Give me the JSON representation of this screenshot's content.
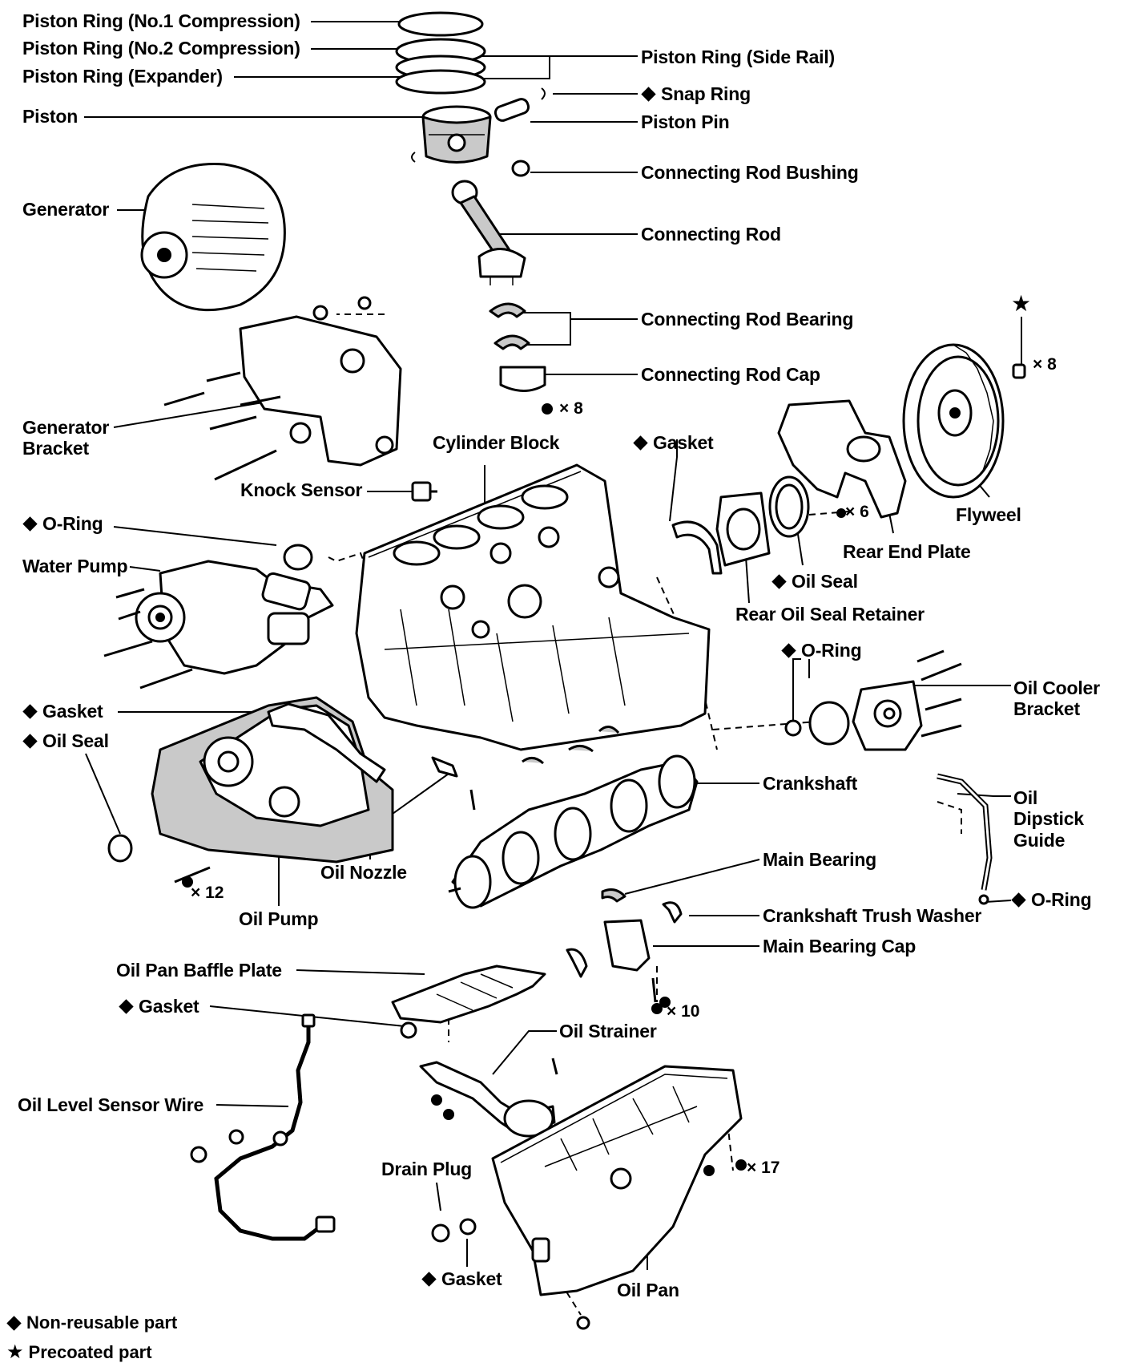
{
  "labels": {
    "piston_ring_no1": "Piston Ring (No.1 Compression)",
    "piston_ring_no2": "Piston Ring (No.2 Compression)",
    "piston_ring_expander": "Piston Ring (Expander)",
    "piston": "Piston",
    "piston_ring_side_rail": "Piston Ring (Side Rail)",
    "snap_ring": "Snap Ring",
    "piston_pin": "Piston Pin",
    "connecting_rod_bushing": "Connecting Rod Bushing",
    "connecting_rod": "Connecting Rod",
    "connecting_rod_bearing": "Connecting Rod Bearing",
    "connecting_rod_cap": "Connecting Rod Cap",
    "generator": "Generator",
    "generator_bracket": "Generator\nBracket",
    "knock_sensor": "Knock Sensor",
    "cylinder_block": "Cylinder Block",
    "gasket_rear": "Gasket",
    "flywheel": "Flyweel",
    "rear_end_plate": "Rear End Plate",
    "oil_seal_rear": "Oil Seal",
    "rear_oil_seal_retainer": "Rear Oil Seal Retainer",
    "o_ring_water_pump": "O-Ring",
    "water_pump": "Water Pump",
    "o_ring_oil_cooler": "O-Ring",
    "oil_cooler_bracket": "Oil Cooler\nBracket",
    "gasket_oil_pump": "Gasket",
    "oil_seal_front": "Oil Seal",
    "crankshaft": "Crankshaft",
    "oil_dipstick_guide": "Oil\nDipstick\nGuide",
    "oil_nozzle": "Oil Nozzle",
    "oil_pump": "Oil Pump",
    "main_bearing": "Main Bearing",
    "o_ring_dipstick": "O-Ring",
    "crankshaft_thrust_washer": "Crankshaft Trush Washer",
    "main_bearing_cap": "Main Bearing Cap",
    "oil_pan_baffle_plate": "Oil Pan Baffle Plate",
    "gasket_baffle": "Gasket",
    "oil_strainer": "Oil Strainer",
    "oil_level_sensor_wire": "Oil Level Sensor Wire",
    "drain_plug": "Drain Plug",
    "gasket_drain": "Gasket",
    "oil_pan": "Oil Pan"
  },
  "quantities": {
    "rod_cap_nuts": "× 8",
    "flywheel_bolts": "× 8",
    "rear_end_plate_bolts": "× 6",
    "oil_pump_bolts": "× 12",
    "main_cap_bolts": "× 10",
    "oil_pan_bolts": "× 17"
  },
  "legend": {
    "non_reusable": "Non-reusable part",
    "precoated": "Precoated part"
  },
  "symbols": {
    "non_reusable": "diamond",
    "precoated": "star"
  }
}
